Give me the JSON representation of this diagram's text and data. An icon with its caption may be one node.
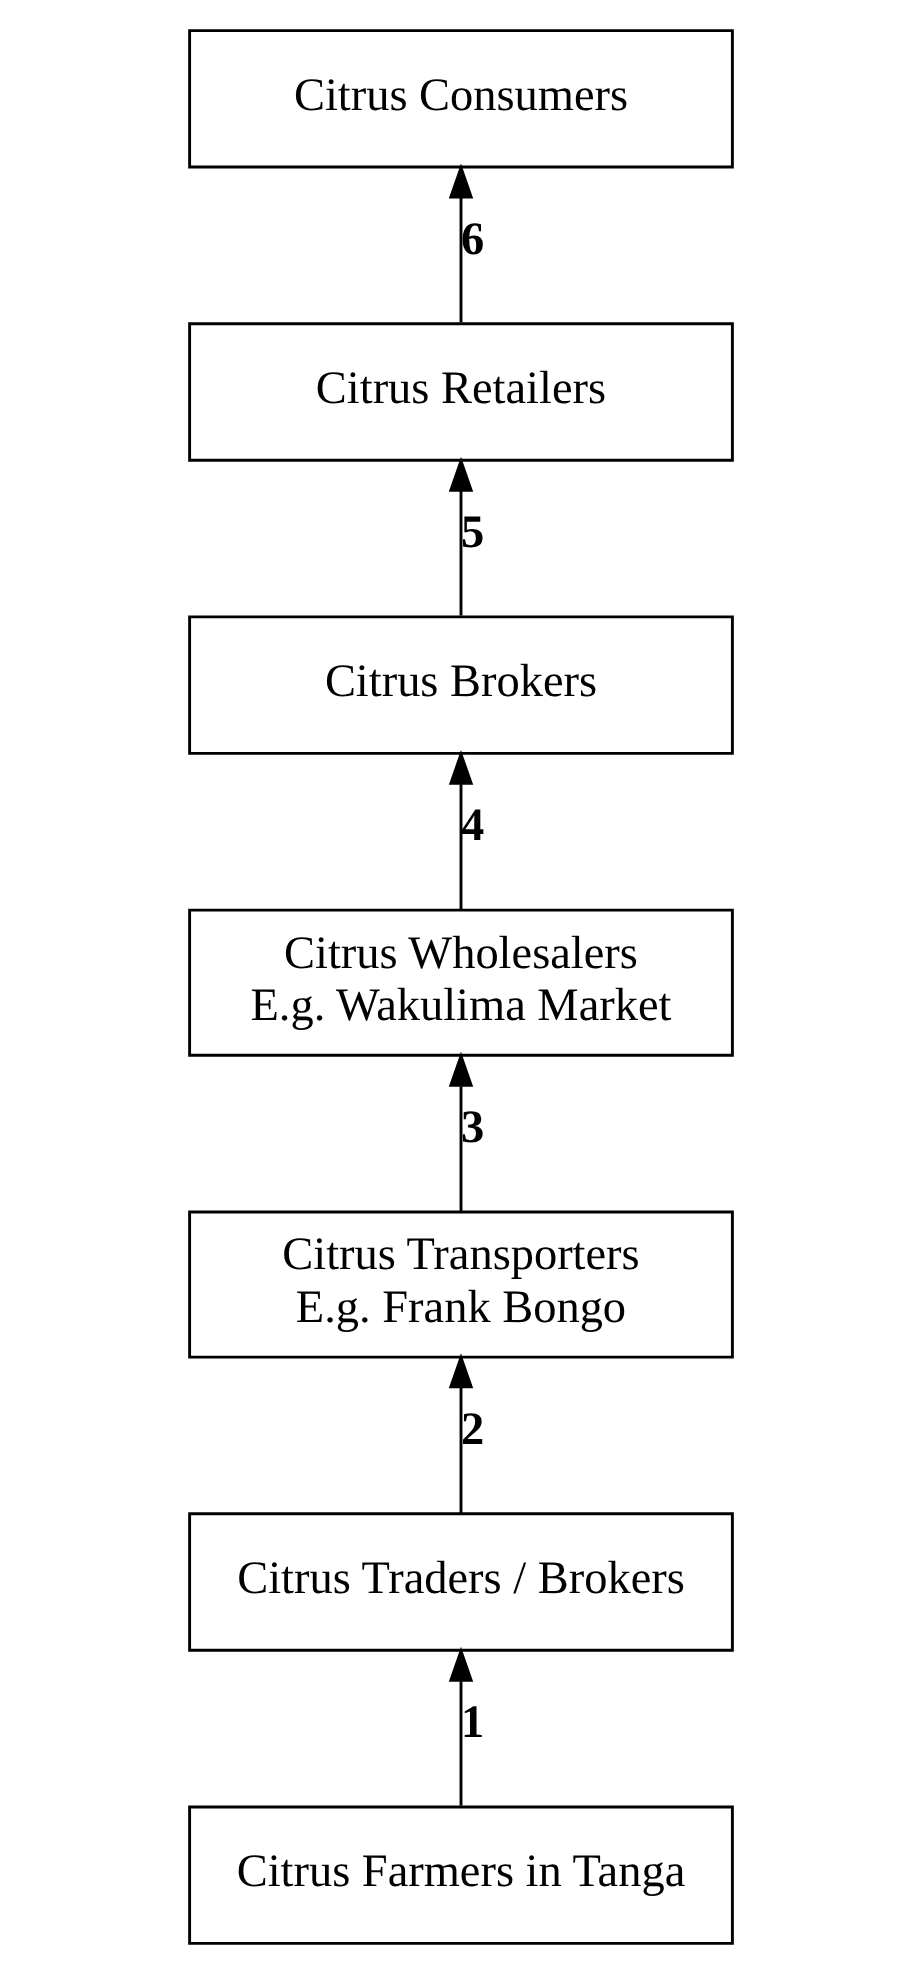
{
  "diagram": {
    "nodes": [
      {
        "text": [
          "Citrus Consumers"
        ]
      },
      {
        "text": [
          "Citrus Retailers"
        ]
      },
      {
        "text": [
          "Citrus Brokers"
        ]
      },
      {
        "text": [
          "Citrus Wholesalers",
          "E.g. Wakulima Market"
        ]
      },
      {
        "text": [
          "Citrus Transporters",
          "E.g. Frank Bongo"
        ]
      },
      {
        "text": [
          "Citrus Traders / Brokers"
        ]
      },
      {
        "text": [
          "Citrus Farmers in Tanga"
        ]
      }
    ],
    "edges": [
      {
        "from": 6,
        "to": 5,
        "arrow": "to",
        "label": "1"
      },
      {
        "from": 5,
        "to": 4,
        "arrow": "to",
        "label": "2"
      },
      {
        "from": 4,
        "to": 3,
        "arrow": "to",
        "label": "3"
      },
      {
        "from": 3,
        "to": 2,
        "arrow": "to",
        "label": "4"
      },
      {
        "from": 2,
        "to": 1,
        "arrow": "to",
        "label": "5"
      },
      {
        "from": 1,
        "to": 0,
        "arrow": "to",
        "label": "6"
      }
    ]
  }
}
